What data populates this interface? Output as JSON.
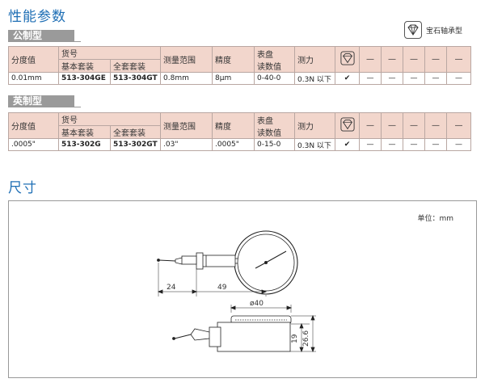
{
  "page": {
    "title": "性能参数",
    "dimension_title": "尺寸",
    "legend_label": "宝石轴承型"
  },
  "metric": {
    "section_label": "公制型",
    "headers": {
      "graduation": "分度值",
      "order_no": "货号",
      "basic_set": "基本套装",
      "full_set": "全套套装",
      "range": "测量范围",
      "accuracy": "精度",
      "dial_reading_1": "表盘",
      "dial_reading_2": "读数值",
      "force": "测力"
    },
    "row": {
      "graduation": "0.01mm",
      "basic_set": "513-304GE",
      "full_set": "513-304GT",
      "range": "0.8mm",
      "accuracy": "8μm",
      "dial_reading": "0-40-0",
      "force": "0.3N 以下",
      "jewel": "✔",
      "dashes": [
        "—",
        "—",
        "—",
        "—",
        "—"
      ]
    }
  },
  "imperial": {
    "section_label": "英制型",
    "headers": {
      "graduation": "分度值",
      "order_no": "货号",
      "basic_set": "基本套装",
      "full_set": "全套套装",
      "range": "测量范围",
      "accuracy": "精度",
      "dial_reading_1": "表盘",
      "dial_reading_2": "读数值",
      "force": "测力"
    },
    "row": {
      "graduation": ".0005\"",
      "basic_set": "513-302G",
      "full_set": "513-302GT",
      "range": ".03\"",
      "accuracy": ".0005\"",
      "dial_reading": "0-15-0",
      "force": "0.3N 以下",
      "jewel": "✔",
      "dashes": [
        "—",
        "—",
        "—",
        "—",
        "—"
      ]
    }
  },
  "drawing": {
    "unit_label": "单位：mm",
    "dim_24": "24",
    "dim_49": "49",
    "dim_40": "ø40",
    "dim_19": "19",
    "dim_26_6": "26.6"
  },
  "icons": {
    "jewel": "diamond-icon"
  }
}
